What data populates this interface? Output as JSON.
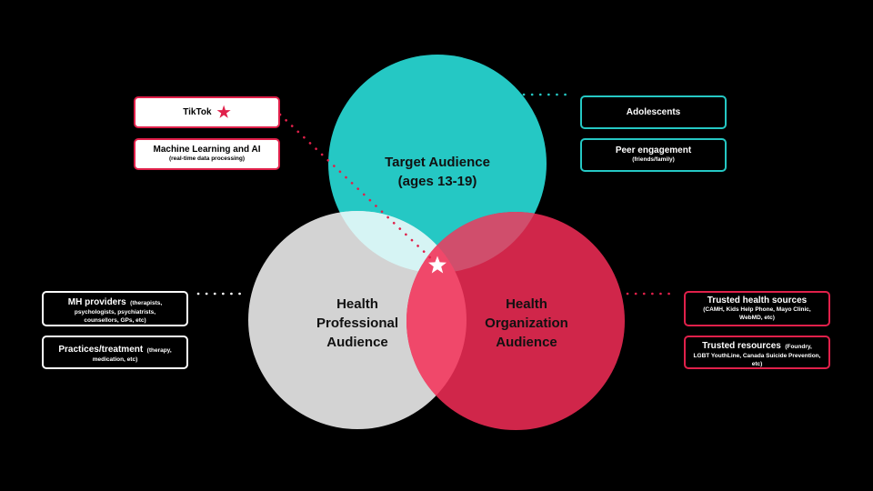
{
  "colors": {
    "teal": "#25c8c4",
    "gray": "#d3d3d3",
    "red": "#d0264a",
    "pink_accent": "#e0204a",
    "background": "#000000"
  },
  "circles": {
    "target": {
      "line1": "Target Audience",
      "line2": "(ages 13-19)"
    },
    "professional": {
      "line1": "Health",
      "line2": "Professional",
      "line3": "Audience"
    },
    "organization": {
      "line1": "Health",
      "line2": "Organization",
      "line3": "Audience"
    }
  },
  "center_icon": "star-icon",
  "left_top": {
    "tiktok": {
      "label": "TikTok",
      "icon": "star-icon"
    },
    "ml": {
      "title": "Machine Learning and AI",
      "sub": "(real-time data processing)"
    }
  },
  "right_top": {
    "adolescents": {
      "label": "Adolescents"
    },
    "peer": {
      "title": "Peer engagement",
      "sub": "(friends/family)"
    }
  },
  "left_bottom": {
    "mh": {
      "title": "MH providers",
      "sub_inline": "(therapists,",
      "sub": "psychologists, psychiatrists, counsellors, GPs, etc)"
    },
    "practices": {
      "title": "Practices/treatment",
      "sub_inline": "(therapy,",
      "sub": "medication, etc)"
    }
  },
  "right_bottom": {
    "sources": {
      "title": "Trusted health sources",
      "sub": "(CAMH, Kids Help Phone, Mayo Clinic, WebMD, etc)"
    },
    "resources": {
      "title": "Trusted resources",
      "sub_inline": "(Foundry,",
      "sub": "LGBT YouthLine, Canada Suicide Prevention, etc)"
    }
  }
}
